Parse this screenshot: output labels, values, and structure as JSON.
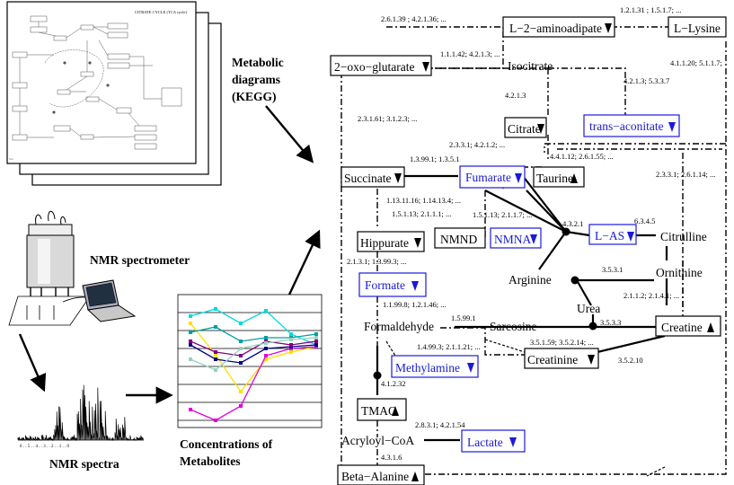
{
  "labels": {
    "kegg": [
      "Metabolic",
      "diagrams",
      "(KEGG)"
    ],
    "nmr_spectrometer": "NMR spectrometer",
    "nmr_spectra": "NMR spectra",
    "concentrations": [
      "Concentrations of",
      "Metabolites"
    ],
    "kegg_title": "CITRATE CYCLE (TCA cycle)"
  },
  "metabolites": {
    "l2aminoadipate": "L−2−aminoadipate",
    "llysine": "L−Lysine",
    "oxoglutarate": "2−oxo−glutarate",
    "isocitrate": "Isocitrate",
    "citrate": "Citrate",
    "transaconitate": "trans−aconitate",
    "succinate": "Succinate",
    "fumarate": "Fumarate",
    "taurine": "Taurine",
    "hippurate": "Hippurate",
    "nmnd": "NMND",
    "nmna": "NMNA",
    "las": "L−AS",
    "citrulline": "Citrulline",
    "arginine": "Arginine",
    "ornithine": "Ornithine",
    "formate": "Formate",
    "urea": "Urea",
    "formaldehyde": "Formaldehyde",
    "sarcosine": "Sarcosine",
    "creatine": "Creatine",
    "methylamine": "Methylamine",
    "creatinine": "Creatinine",
    "tmao": "TMAO",
    "acryloylcoa": "Acryloyl−CoA",
    "lactate": "Lactate",
    "betaalanine": "Beta−Alanine"
  },
  "enzymes": {
    "e_2_6_1_39": "2.6.1.39 ; 4.2.1.36; ...",
    "e_1_2_1_31": "1.2.1.31 ; 1.5.1.7; ...",
    "e_1_1_1_42": "1.1.1.42; 4.2.1.3; ...",
    "e_4_1_1_20": "4.1.1.20; 5.1.1.7;",
    "e_4_2_1_3": "4.2.1.3",
    "e_4_2_1_3b": "4.2.1.3; 5.3.3.7",
    "e_2_3_1_61": "2.3.1.61; 3.1.2.3; ...",
    "e_2_3_3_1": "2.3.3.1; 4.2.1.2; ...",
    "e_4_4_1_12": "4.4.1.12; 2.6.1.55; ...",
    "e_2_3_3_1b": "2.3.3.1; 2.6.1.14; ...",
    "e_1_3_99_1": "1.3.99.1; 1.3.5.1",
    "e_1_13_11_16": "1.13.11.16; 1.14.13.4; ...",
    "e_1_5_1_13": "1.5.1.13; 2.1.1.1; ...",
    "e_1_5_1_13b": "1.5.1.13; 2.1.1.7; ...",
    "e_4_3_2_1": "4.3.2.1",
    "e_6_3_4_5": "6.3.4.5",
    "e_2_1_3_1": "2.1.3.1; 1.3.99.3; ...",
    "e_3_5_3_1": "3.5.3.1",
    "e_2_1_1_2": "2.1.1.2; 2.1.4.1; ...",
    "e_1_99_8": "1.1.99.8; 1.2.1.46; ...",
    "e_1_5_99_1": "1.5.99.1",
    "e_3_5_3_3": "3.5.3.3",
    "e_1_4_99_3": "1.4.99.3; 2.1.1.21; ...",
    "e_3_5_1_59": "3.5.1.59; 3.5.2.14; ...",
    "e_3_5_2_10": "3.5.2.10",
    "e_4_1_2_32": "4.1.2.32",
    "e_2_8_3_1": "2.8.3.1; 4.2.1.54",
    "e_4_3_1_6": "4.3.1.6"
  },
  "colors": {
    "highlight": "#1a1adb",
    "edge": "#000000"
  },
  "chart_series_colors": [
    "#00d8e0",
    "#ffe000",
    "#e000e0",
    "#000080",
    "#800080",
    "#00a0a0",
    "#9ad0c0"
  ]
}
